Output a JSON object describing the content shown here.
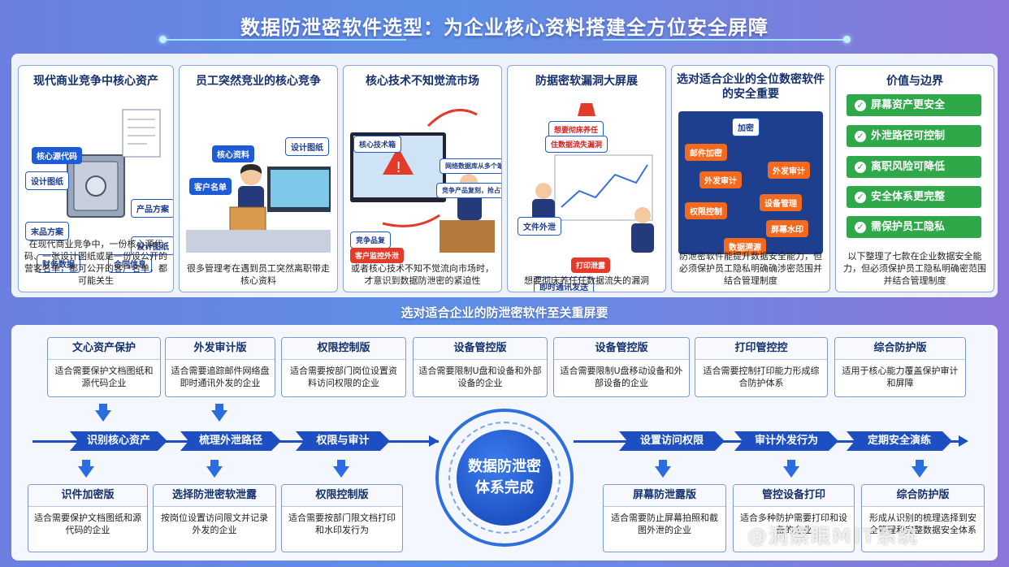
{
  "title": "数据防泄密软件选型：为企业核心资料搭建全方位安全屏障",
  "cards": [
    {
      "title": "现代商业竞争中核心资产",
      "desc": "在现代商业竞争中，一份核心源代码、一张设计图纸或是一份设公开的营客名单，都可公开的客户名单，都可能关生",
      "tags": [
        "核心源代码",
        "设计图纸",
        "产品方案",
        "末品方案",
        "设计图纸",
        "财务数据",
        "合同信息"
      ]
    },
    {
      "title": "员工突然竞业的核心竞争",
      "desc": "很多管理考在遇到员工突然离职带走核心资料",
      "tags": [
        "核心资料",
        "设计图纸",
        "客户名单"
      ]
    },
    {
      "title": "核心技术不知觉流市场",
      "desc": "或者核心技术不知不觉流向市场时，才意识到数据防泄密的紧迫性",
      "tags": [
        "核心技术箱",
        "网络数据库从多个端流出",
        "竞争产品复刻，抢占市场",
        "竞争品复",
        "客户监控外泄"
      ]
    },
    {
      "title": "防据密软漏洞大屏展",
      "desc": "想要彻床养任任数据流失的漏洞",
      "tags": [
        "想要彻床养任",
        "住数据流失漏洞",
        "文件外泄",
        "打印泄露",
        "即时通讯发送"
      ]
    },
    {
      "title": "选对适合企业的全位数密软件的安全重要",
      "desc": "防泄密软件能提升数据安全能力，但必须保护员工隐私明确确涉密范围并结合管理制度",
      "tags": [
        "加密",
        "邮件加密",
        "外发审计",
        "外发审计",
        "权限控制",
        "设备管理",
        "屏幕水印",
        "数据溯源"
      ]
    },
    {
      "title": "价值与边界",
      "desc": "以下整理了七款在企业数据安全能力，但必须保护员工隐私明确密范围并结合管理制度"
    }
  ],
  "values": [
    "屏幕资产更安全",
    "外泄路径可控制",
    "离职风险可降低",
    "安全体系更完整",
    "需保护员工隐私"
  ],
  "mid_title": "选对适合企业的防泄密软件至关重屏要",
  "top_boxes": [
    {
      "title": "文心资产保护",
      "desc": "适合需要保护文档图纸和源代码企业"
    },
    {
      "title": "外发审计版",
      "desc": "适合需要追踪邮件网络盘即时通讯外发的企业"
    },
    {
      "title": "权限控制版",
      "desc": "适合需要按部门岗位设置资料访问权限的企业"
    },
    {
      "title": "设备管控版",
      "desc": "适合需要限制U盘和设备和外部设备的企业"
    },
    {
      "title": "设备管控版",
      "desc": "适合需要限制U盘移动设备和外部设备的企业"
    },
    {
      "title": "打印管控控",
      "desc": "适合需要控制打印能力形成综合防护体系"
    },
    {
      "title": "综合防护版",
      "desc": "适用于核心能力覆盖保护审计和屏障"
    }
  ],
  "steps": [
    "识别核心资产",
    "梳理外泄路径",
    "权限与审计",
    "设置访问权限",
    "审计外发行为",
    "定期安全演练"
  ],
  "center": {
    "line1": "数据防泄密",
    "line2": "体系完成"
  },
  "bottom_boxes": [
    {
      "title": "识件加密版",
      "desc": "适合需要保护文档图纸和源代码的企业"
    },
    {
      "title": "选择防泄密软泄露",
      "desc": "按岗位设置访问限文并记录外发的企业"
    },
    {
      "title": "权限控制版",
      "desc": "适合需要按部门限文档打印和水印发行为"
    },
    {
      "title": "屏幕防泄露版",
      "desc": "适合需要防止屏幕拍照和截图外泄的企业"
    },
    {
      "title": "管控设备打印",
      "desc": "适合多种防护需要打印和设备的企业"
    },
    {
      "title": "综合防护版",
      "desc": "形成从识别的梳理选择到安全管理和完整数据安全体系"
    }
  ],
  "watermark": "@洞察眼MIT系统"
}
